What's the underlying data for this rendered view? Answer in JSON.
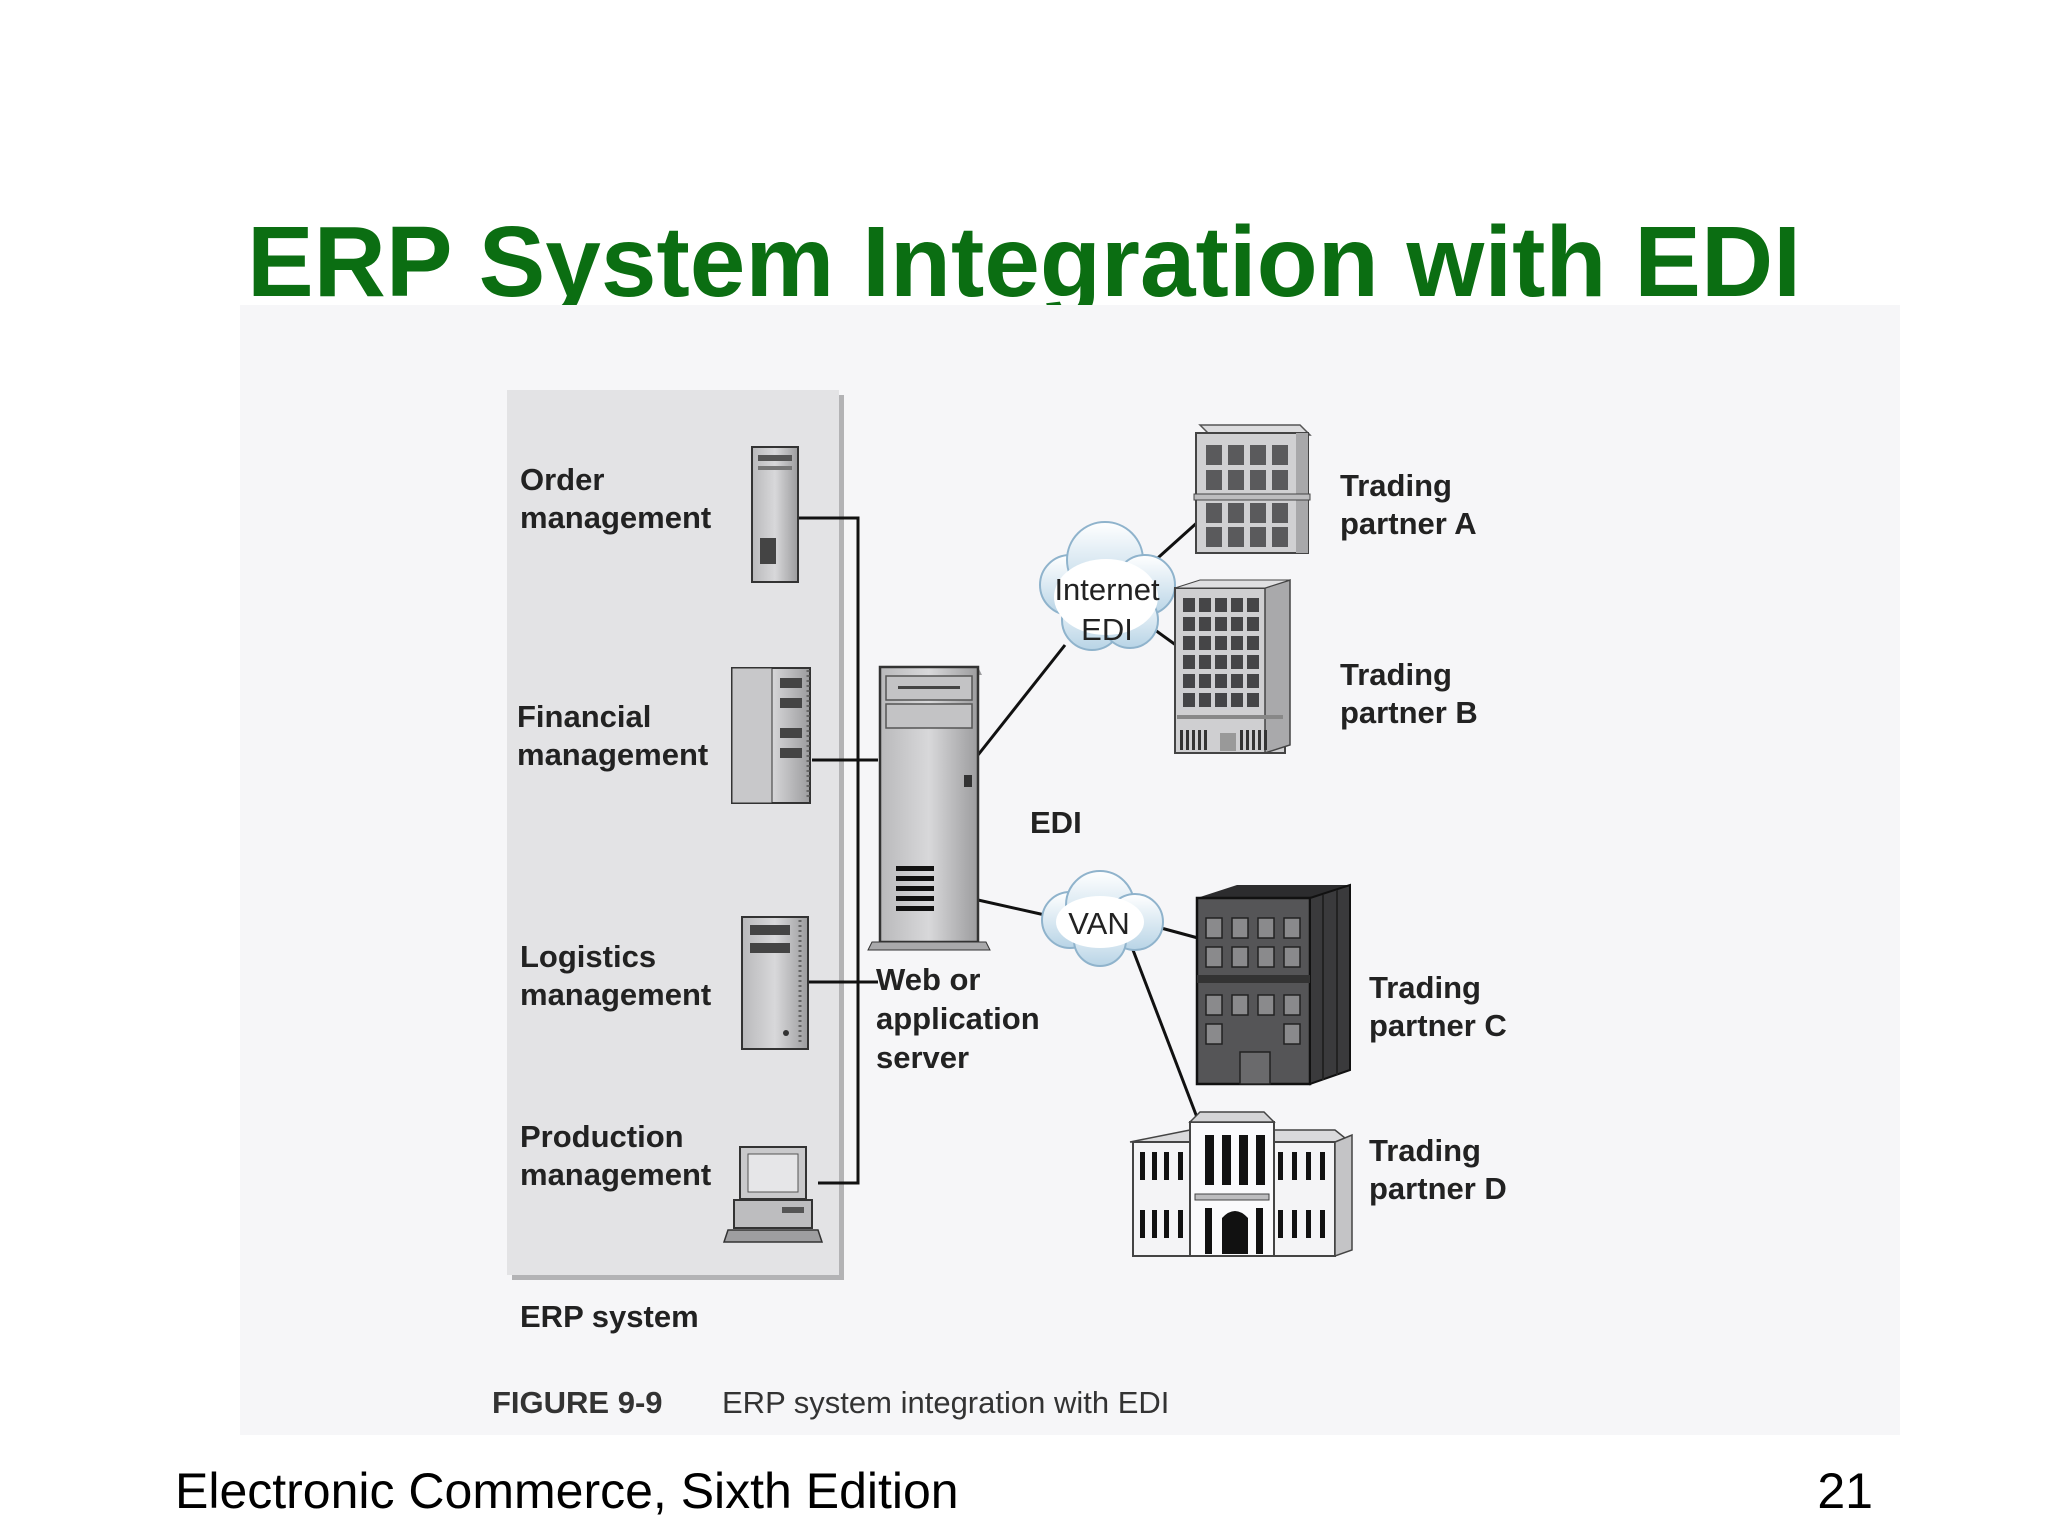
{
  "slide": {
    "title": "ERP System Integration with EDI",
    "footer_left": "Electronic Commerce, Sixth Edition",
    "page_number": "21"
  },
  "figure": {
    "erp_modules": [
      {
        "line1": "Order",
        "line2": "management",
        "icon": "tower-server-icon"
      },
      {
        "line1": "Financial",
        "line2": "management",
        "icon": "rack-server-icon"
      },
      {
        "line1": "Logistics",
        "line2": "management",
        "icon": "rack-server-icon"
      },
      {
        "line1": "Production",
        "line2": "management",
        "icon": "desktop-computer-icon"
      }
    ],
    "erp_label": "ERP system",
    "server_label": [
      "Web or",
      "application",
      "server"
    ],
    "internet_cloud": [
      "Internet",
      "EDI"
    ],
    "van_cloud": "VAN",
    "edi_label": "EDI",
    "partners": [
      {
        "line1": "Trading",
        "line2": "partner A"
      },
      {
        "line1": "Trading",
        "line2": "partner B"
      },
      {
        "line1": "Trading",
        "line2": "partner C"
      },
      {
        "line1": "Trading",
        "line2": "partner D"
      }
    ],
    "caption_number": "FIGURE 9-9",
    "caption_text": "ERP system integration with EDI"
  },
  "colors": {
    "title": "#0b6e12",
    "erp_panel": "#e3e3e5",
    "figure_bg": "#f6f6f8"
  }
}
